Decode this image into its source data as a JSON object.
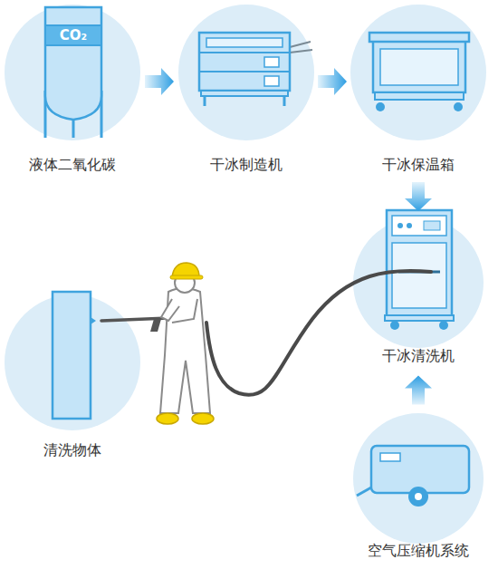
{
  "diagram": {
    "nodes": [
      {
        "text": [
          "液体二氧化碳"
        ]
      },
      {
        "text": [
          "干冰制造机"
        ]
      },
      {
        "text": [
          "干冰保温箱"
        ]
      },
      {
        "text": [
          "干冰清洗机"
        ]
      },
      {
        "text": [
          "清洗物体"
        ]
      },
      {
        "text": [
          "空气压缩机系统"
        ]
      }
    ],
    "edges": [
      {
        "from": 0,
        "to": 1,
        "arrow": "to"
      },
      {
        "from": 1,
        "to": 2,
        "arrow": "to"
      },
      {
        "from": 2,
        "to": 3,
        "arrow": "to"
      },
      {
        "from": 5,
        "to": 3,
        "arrow": "to"
      }
    ],
    "labels": [
      "CO₂"
    ]
  }
}
